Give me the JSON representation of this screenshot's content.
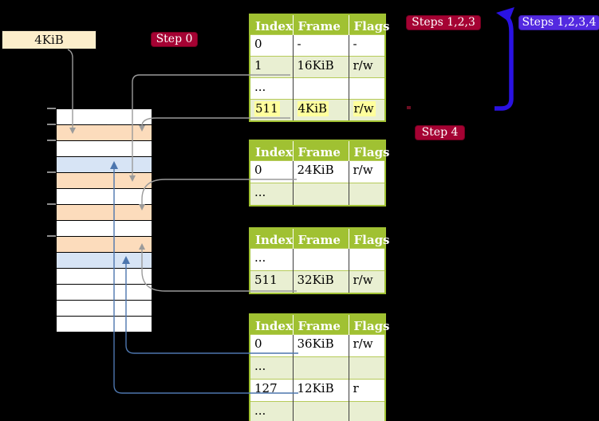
{
  "frame_size_label": "4KiB",
  "badges": {
    "step0": "Step 0",
    "steps123": "Steps 1,2,3",
    "steps1234": "Steps 1,2,3,4",
    "step4": "Step 4"
  },
  "memory": {
    "row_colors": [
      "white",
      "orange",
      "white",
      "blue",
      "orange",
      "white",
      "orange",
      "white",
      "orange",
      "blue",
      "white",
      "white",
      "white",
      "white"
    ]
  },
  "tables": [
    {
      "headers": [
        "Index",
        "Frame",
        "Flags"
      ],
      "rows": [
        [
          "0",
          "-",
          "-"
        ],
        [
          "1",
          "16KiB",
          "r/w"
        ],
        [
          "...",
          "",
          ""
        ],
        [
          "511",
          "4KiB",
          "r/w"
        ]
      ],
      "highlighted_row": "511"
    },
    {
      "headers": [
        "Index",
        "Frame",
        "Flags"
      ],
      "rows": [
        [
          "0",
          "24KiB",
          "r/w"
        ],
        [
          "...",
          "",
          ""
        ]
      ]
    },
    {
      "headers": [
        "Index",
        "Frame",
        "Flags"
      ],
      "rows": [
        [
          "...",
          "",
          ""
        ],
        [
          "511",
          "32KiB",
          "r/w"
        ]
      ]
    },
    {
      "headers": [
        "Index",
        "Frame",
        "Flags"
      ],
      "rows": [
        [
          "0",
          "36KiB",
          "r/w"
        ],
        [
          "...",
          "",
          ""
        ],
        [
          "127",
          "12KiB",
          "r"
        ],
        [
          "...",
          "",
          ""
        ]
      ]
    }
  ],
  "colors": {
    "table_green": "#a0c132",
    "table_alt_row": "#e9efd2",
    "highlight_yellow": "#ffff9d",
    "badge_red": "#a50233",
    "badge_purple": "#5329e0",
    "memory_orange": "#fcdcbc",
    "memory_blue": "#d7e4f5",
    "label_cream": "#fceecb",
    "connector_gray": "#9b9b9b",
    "connector_steelblue": "#4d76ae",
    "loop_arrow_blue": "#2a12e2"
  }
}
